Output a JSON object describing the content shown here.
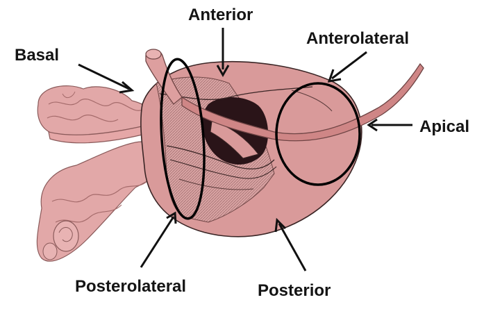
{
  "figure": {
    "labels": {
      "anterior": "Anterior",
      "anterolateral": "Anterolateral",
      "basal": "Basal",
      "apical": "Apical",
      "posterolateral": "Posterolateral",
      "posterior": "Posterior"
    },
    "colors": {
      "tissue_fill": "#d99a9a",
      "tissue_light": "#e8b3b3",
      "tissue_dark": "#c07a7a",
      "outline": "#3a2525",
      "cavity": "#2a1418",
      "urethra": "#cf8686",
      "outline_regions": "#000000",
      "arrow": "#111111",
      "text": "#141414"
    }
  }
}
